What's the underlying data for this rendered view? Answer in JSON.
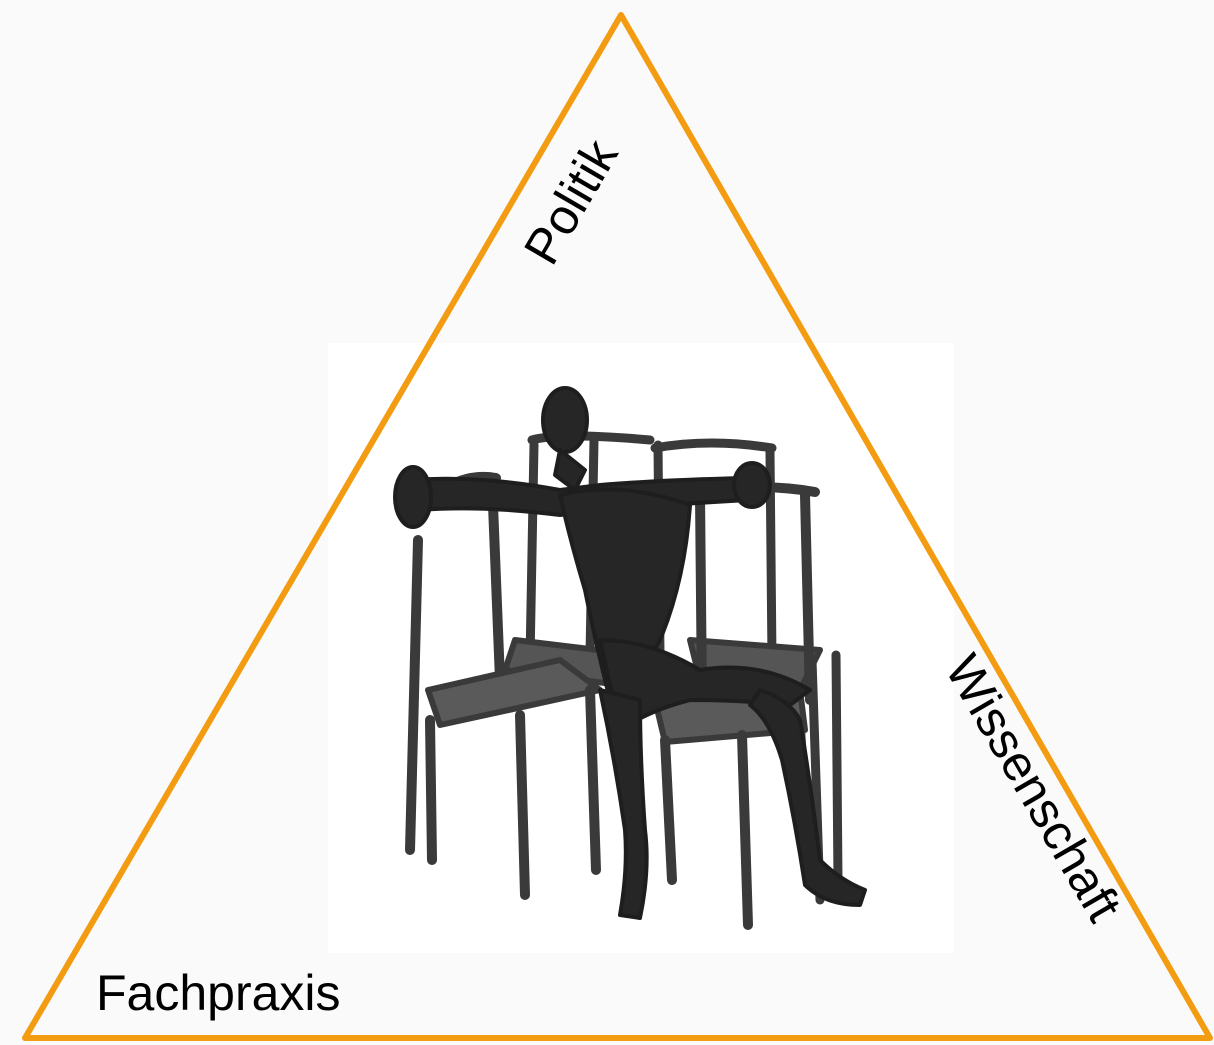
{
  "labels": {
    "top_side": "Politik",
    "right_side": "Wissenschaft",
    "bottom_left": "Fachpraxis"
  },
  "colors": {
    "triangle_stroke": "#F39C12",
    "background": "#fafafa",
    "figure": "#2a2a2a",
    "chair": "#3a3a3a"
  },
  "illustration": {
    "description_icon": "figure-sitting-on-four-chairs-illustration"
  }
}
